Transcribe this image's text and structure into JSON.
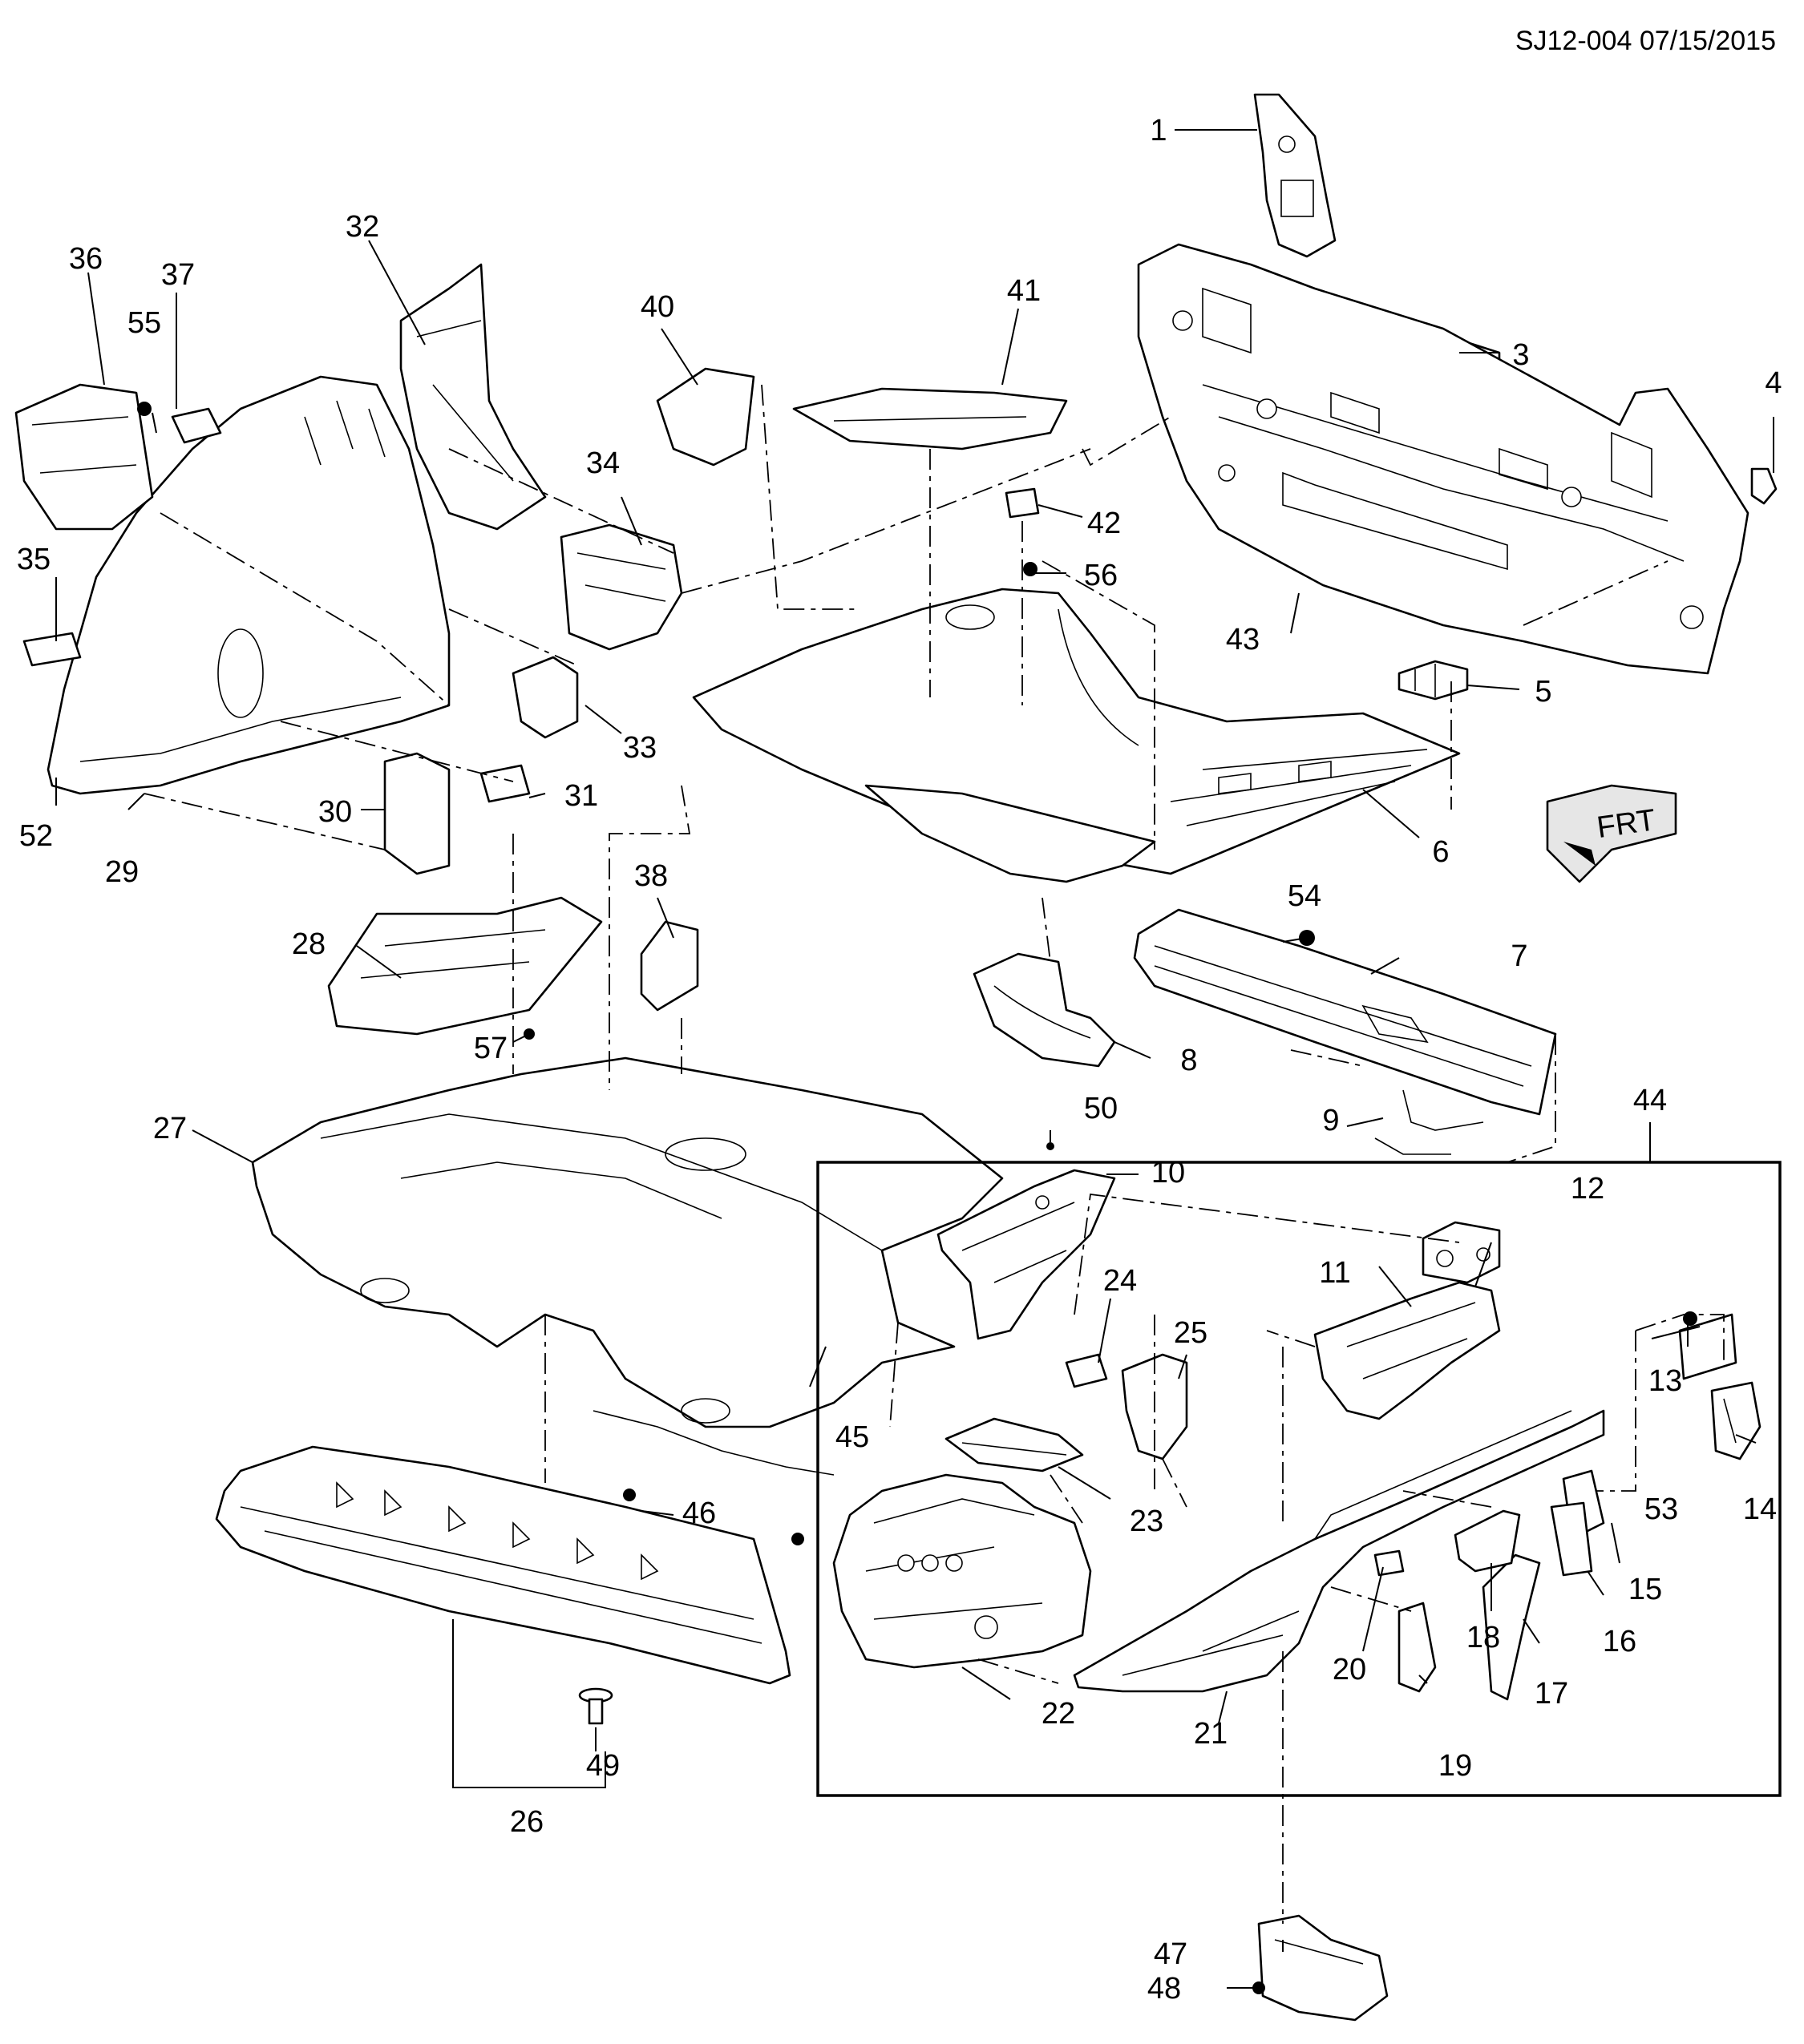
{
  "document_code": "SJ12-004 07/15/2015",
  "direction_indicator": {
    "label": "FRT",
    "icon": "front-direction-arrow-icon"
  },
  "reference_numbers": [
    "1",
    "3",
    "4",
    "5",
    "6",
    "7",
    "8",
    "9",
    "10",
    "11",
    "12",
    "13",
    "14",
    "15",
    "16",
    "17",
    "18",
    "19",
    "20",
    "21",
    "22",
    "23",
    "24",
    "25",
    "26",
    "27",
    "28",
    "29",
    "30",
    "31",
    "32",
    "33",
    "34",
    "35",
    "36",
    "37",
    "38",
    "40",
    "41",
    "42",
    "43",
    "44",
    "45",
    "46",
    "47",
    "48",
    "49",
    "50",
    "52",
    "53",
    "54",
    "55",
    "56",
    "57"
  ]
}
